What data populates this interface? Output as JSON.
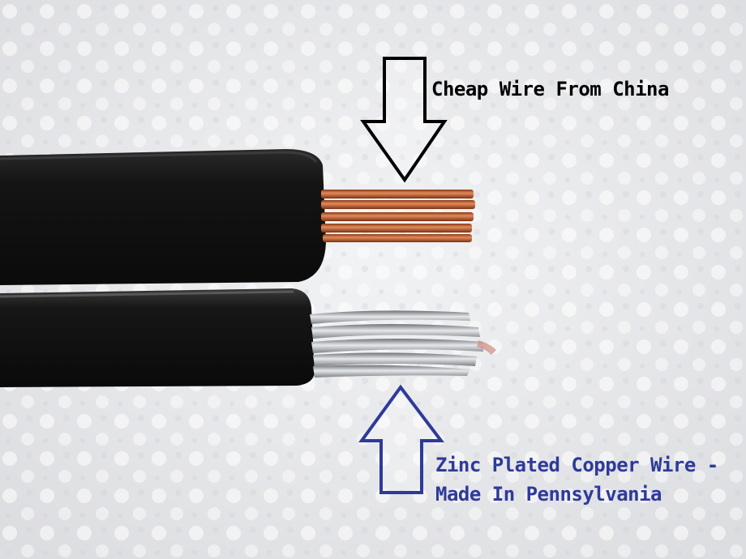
{
  "annotations": {
    "top": {
      "text": "Cheap Wire From China",
      "color": "#000000"
    },
    "bottom": {
      "line1": "Zinc Plated Copper Wire -",
      "line2": "Made In Pennsylvania",
      "color": "#2e3a9a"
    }
  },
  "colors": {
    "background": "#e9eaec",
    "insulation": "#121212",
    "copper": "#c7693a",
    "zinc": "#b9bcc1"
  },
  "icons": {
    "top_arrow": "down-arrow-outline-icon",
    "bottom_arrow": "up-arrow-outline-icon"
  }
}
